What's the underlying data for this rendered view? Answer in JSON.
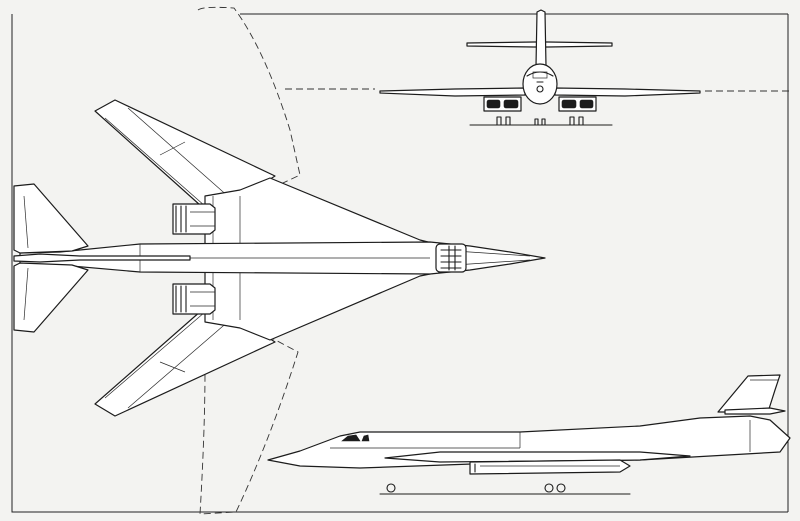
{
  "drawing": {
    "views": [
      "front",
      "plan",
      "side"
    ],
    "wing_configuration": "variable-sweep",
    "colors": {
      "paper": "#f3f3f1",
      "ink": "#1c1c1c",
      "fill": "#ffffff"
    }
  }
}
